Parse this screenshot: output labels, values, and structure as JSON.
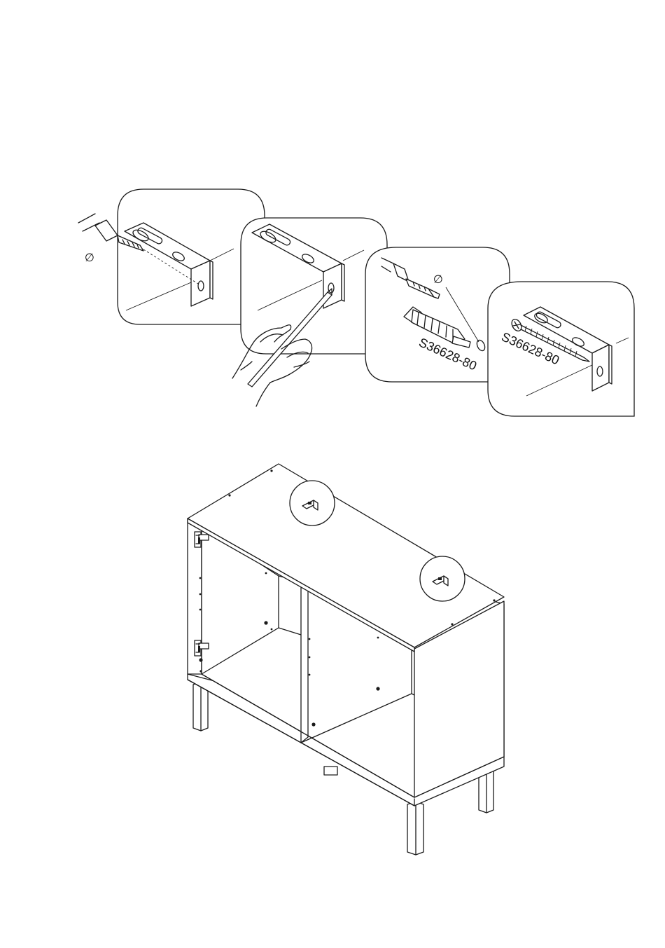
{
  "steps": [
    {
      "id": "drill",
      "symbol": "∅"
    },
    {
      "id": "pencil"
    },
    {
      "id": "plug",
      "symbol": "∅",
      "part_code": "S36628-80"
    },
    {
      "id": "screw",
      "part_code": "S36628-80"
    }
  ],
  "assembly": {
    "id": "cabinet-with-wall-brackets"
  }
}
